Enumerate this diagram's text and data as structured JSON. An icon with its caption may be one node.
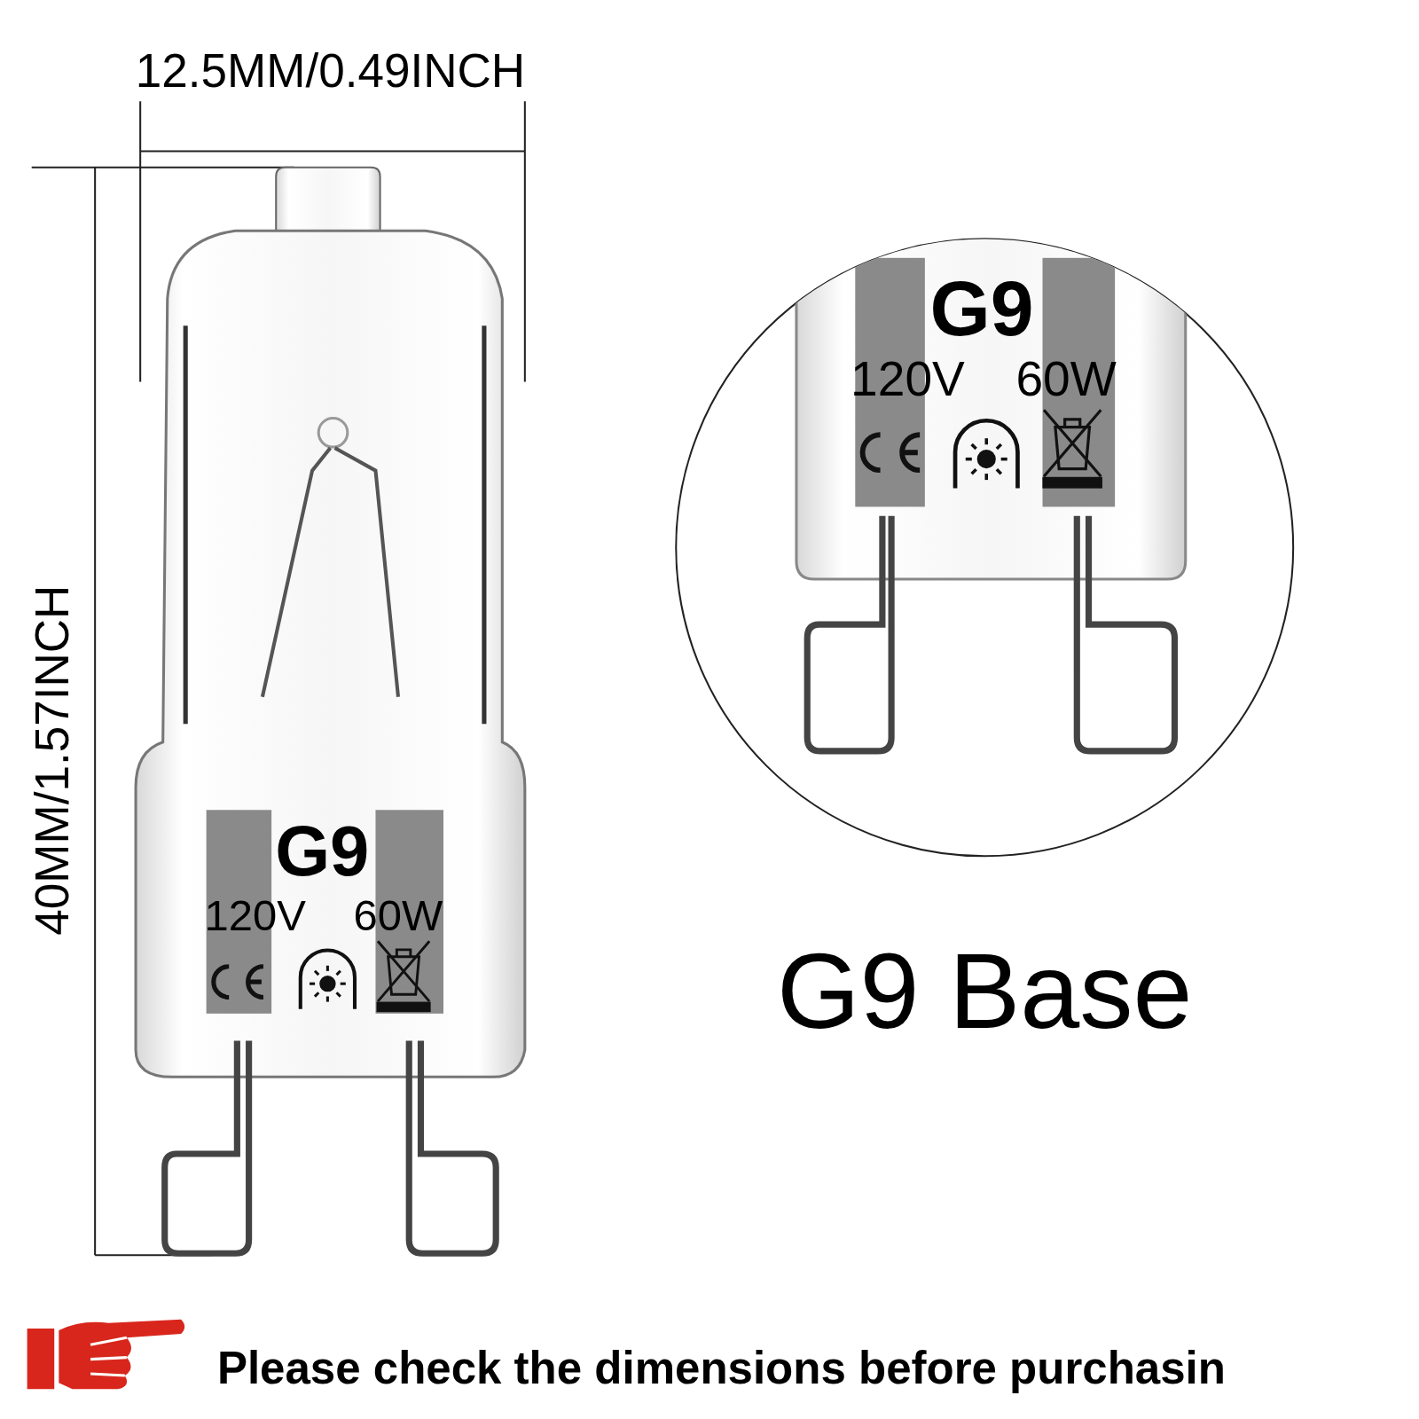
{
  "diagram": {
    "labels": [
      "12.5MM/0.49INCH",
      "G9",
      "120V",
      "60W",
      "40MM/1.57INCH",
      "G9",
      "120V",
      "60W",
      "G9 Base",
      "Please check the dimensions before purchasin"
    ]
  }
}
